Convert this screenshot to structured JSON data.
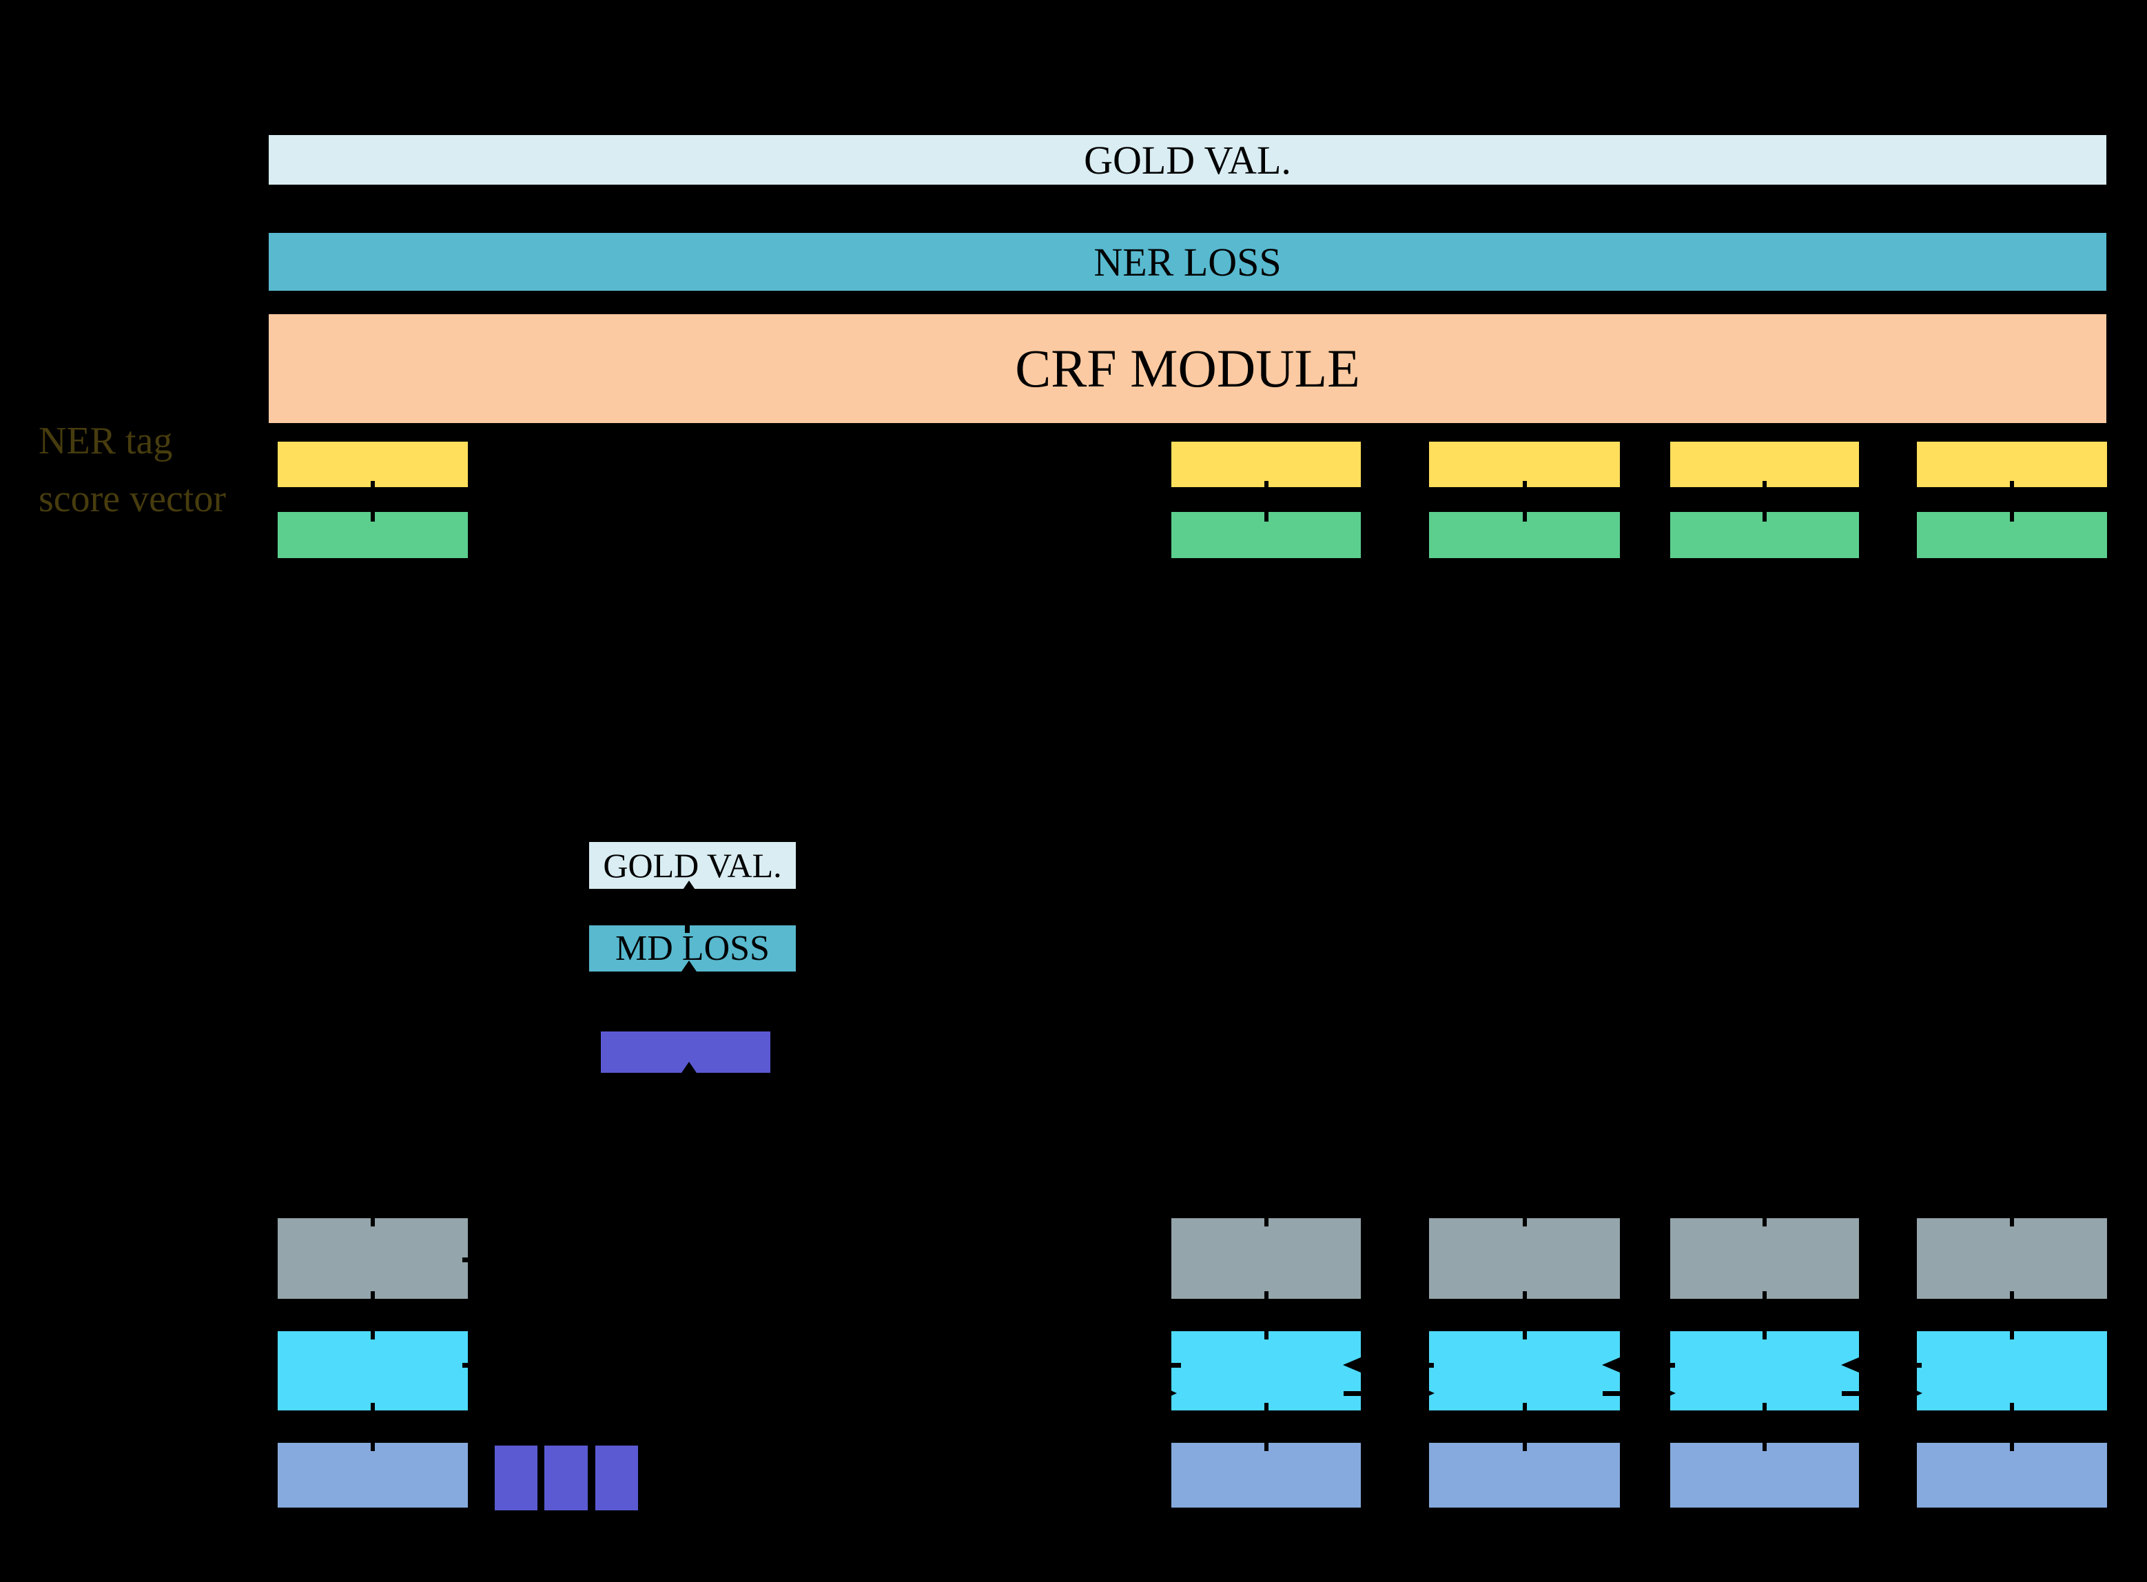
{
  "colors": {
    "background": "#000000",
    "light_blue": "#d9edf3",
    "teal": "#58b9cf",
    "peach": "#fccaa2",
    "yellow": "#ffdf5c",
    "green": "#5ccf8e",
    "gray": "#94a5ab",
    "cyan": "#4fdbfb",
    "cornflower": "#86aadd",
    "indigo": "#5b5ad3",
    "label_olive": "#473c0e",
    "text_black": "#000000"
  },
  "side_label": {
    "line1": "NER tag",
    "line2": "score vector"
  },
  "top_section": {
    "gold_val_label": "GOLD VAL.",
    "ner_loss_label": "NER LOSS",
    "crf_module_label": "CRF MODULE"
  },
  "middle_section": {
    "gold_val_label": "GOLD VAL.",
    "md_loss_label": "MD LOSS"
  }
}
